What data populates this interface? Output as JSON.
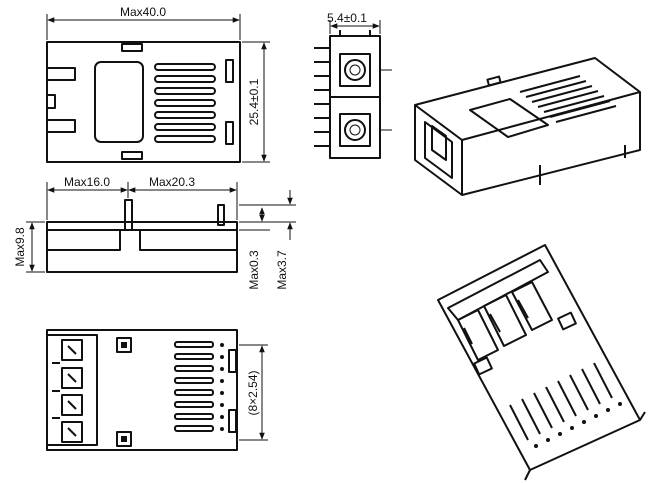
{
  "dimensions": {
    "top_width": "Max40.0",
    "top_height": "25.4±0.1",
    "side_width": "5.4±0.1",
    "front_left_width": "Max16.0",
    "front_right_width": "Max20.3",
    "front_height": "Max9.8",
    "front_gap": "Max0.3",
    "front_pin": "Max3.7",
    "bottom_pitch": "(8×2.54)"
  }
}
